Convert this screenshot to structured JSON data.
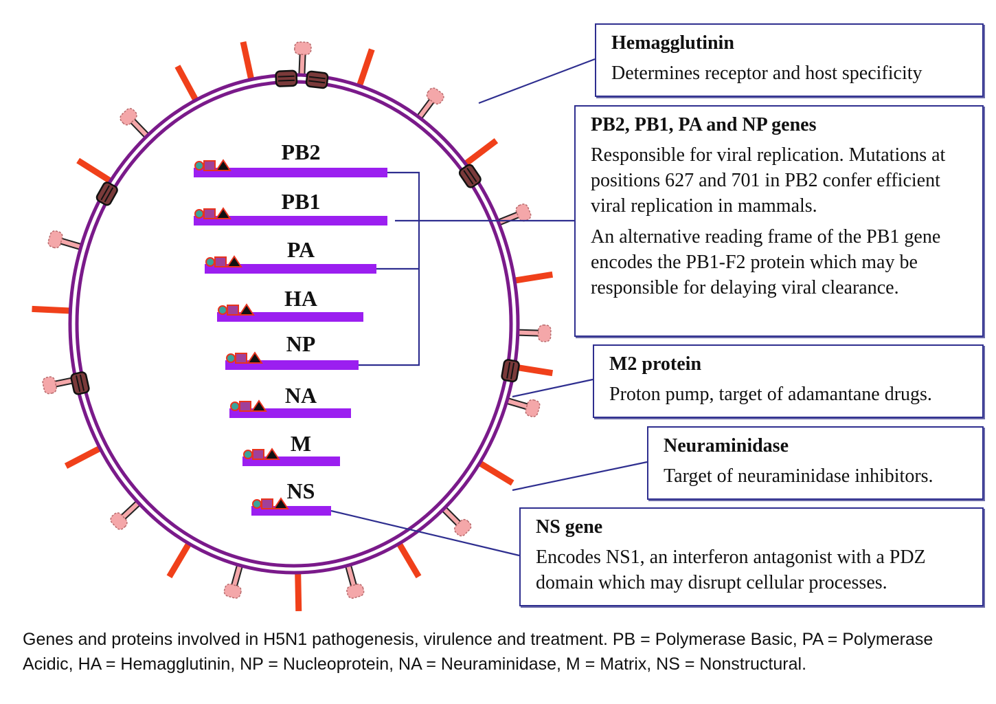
{
  "genes": [
    {
      "label": "PB2"
    },
    {
      "label": "PB1"
    },
    {
      "label": "PA"
    },
    {
      "label": "HA"
    },
    {
      "label": "NP"
    },
    {
      "label": "NA"
    },
    {
      "label": "M"
    },
    {
      "label": "NS"
    }
  ],
  "boxes": {
    "hemagglutinin": {
      "title": "Hemagglutinin",
      "text": "Determines receptor and host specificity"
    },
    "polymerase": {
      "title": "PB2, PB1, PA and NP genes",
      "text1": "Responsible for viral replication. Mutations at positions 627 and 701 in PB2 confer efficient viral replication in mammals.",
      "text2": "An alternative reading frame of the PB1 gene  encodes the PB1-F2 protein which may be responsible for delaying viral clearance."
    },
    "m2": {
      "title": "M2 protein",
      "text": "Proton pump, target of adamantane drugs."
    },
    "neuraminidase": {
      "title": "Neuraminidase",
      "text": "Target of neuraminidase inhibitors."
    },
    "ns": {
      "title": "NS gene",
      "text": "Encodes NS1, an interferon antagonist with a PDZ domain which may disrupt cellular processes."
    }
  },
  "caption": "Genes and proteins involved in H5N1 pathogenesis, virulence and treatment. PB = Polymerase Basic, PA = Polymerase Acidic, HA = Hemagglutinin, NP = Nucleoprotein, NA = Neuraminidase, M = Matrix, NS = Nonstructural.",
  "colors": {
    "envelope": "#7a1a8a",
    "gene_bar": "#9b1ff0",
    "ha_spike": "#f0401a",
    "na_head": "#f4a7a9",
    "connector": "#2e2e8f",
    "box_border": "#2e2e8f"
  }
}
